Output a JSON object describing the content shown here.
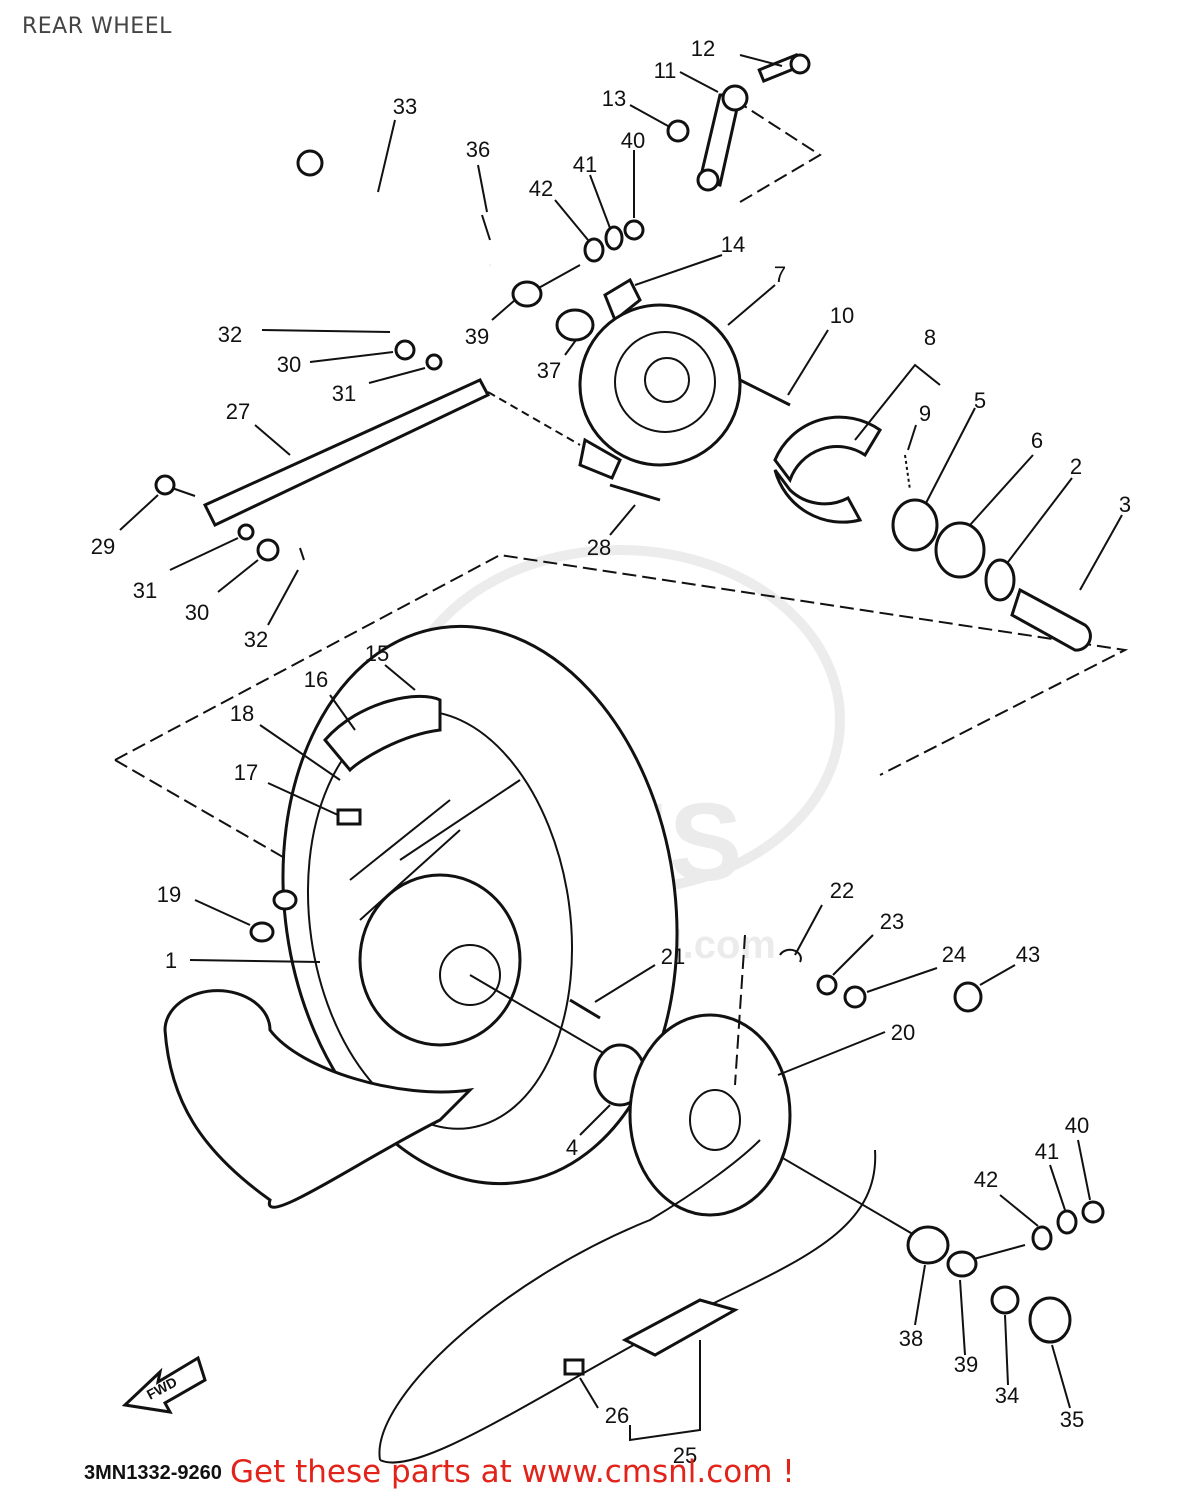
{
  "header": {
    "title": "REAR WHEEL"
  },
  "footer": {
    "diagram_code": "3MN1332-9260",
    "cta": "Get these parts at www.cmsnl.com !",
    "watermark_brand": "CMS",
    "watermark_url": "www.cmsnl.com",
    "fwd_label": "FWD"
  },
  "callouts": [
    "1",
    "2",
    "3",
    "4",
    "5",
    "6",
    "7",
    "8",
    "9",
    "10",
    "11",
    "12",
    "13",
    "14",
    "15",
    "16",
    "17",
    "18",
    "19",
    "20",
    "21",
    "22",
    "23",
    "24",
    "25",
    "26",
    "27",
    "28",
    "29",
    "30",
    "30",
    "31",
    "31",
    "32",
    "32",
    "33",
    "34",
    "35",
    "36",
    "37",
    "38",
    "39",
    "39",
    "40",
    "40",
    "41",
    "41",
    "42",
    "42",
    "43"
  ],
  "colors": {
    "cta": "#e2231a",
    "line": "#111111",
    "watermark": "#d9d9d9"
  }
}
